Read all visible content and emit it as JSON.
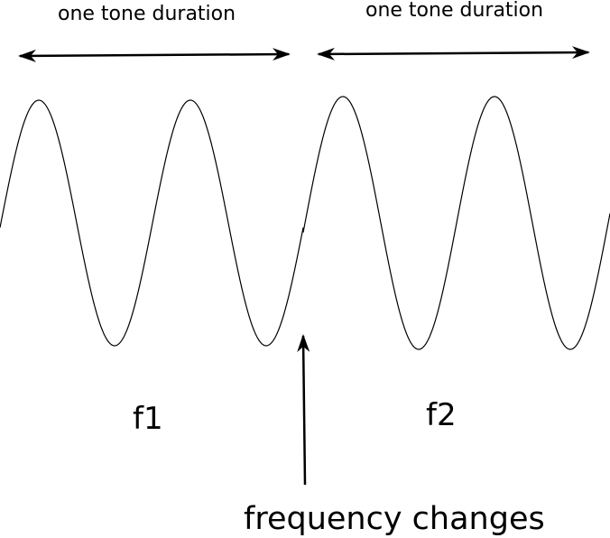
{
  "labels": {
    "tone_duration_left": "one tone duration",
    "tone_duration_right": "one tone duration",
    "f1": "f1",
    "f2": "f2",
    "frequency_changes": "frequency changes"
  },
  "colors": {
    "line": "#000000",
    "background": "#ffffff"
  }
}
